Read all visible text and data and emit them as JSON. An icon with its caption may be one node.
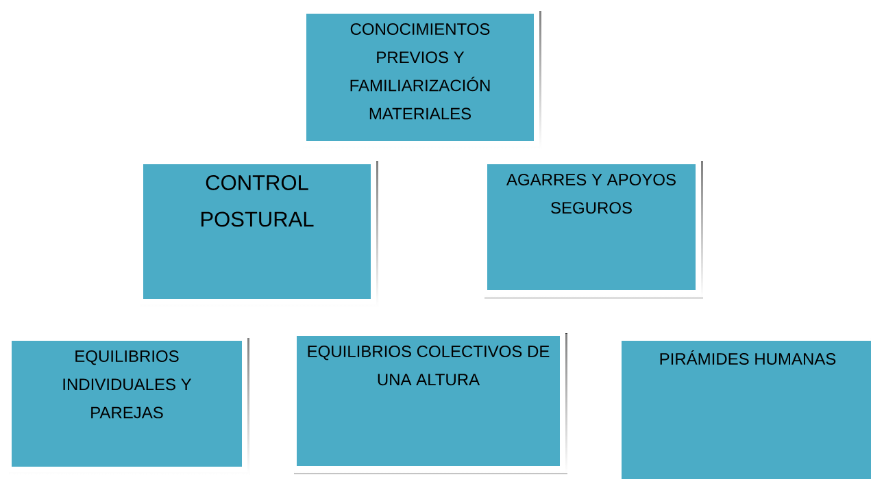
{
  "diagram": {
    "nodes": [
      {
        "text": [
          "CONOCIMIENTOS PREVIOS Y FAMILIARIZACIÓN MATERIALES"
        ]
      },
      {
        "text": [
          "CONTROL POSTURAL"
        ]
      },
      {
        "text": [
          "AGARRES Y APOYOS SEGUROS"
        ]
      },
      {
        "text": [
          "EQUILIBRIOS INDIVIDUALES Y PAREJAS"
        ]
      },
      {
        "text": [
          "EQUILIBRIOS COLECTIVOS DE UNA ALTURA"
        ]
      },
      {
        "text": [
          "PIRÁMIDES HUMANAS"
        ]
      }
    ]
  }
}
